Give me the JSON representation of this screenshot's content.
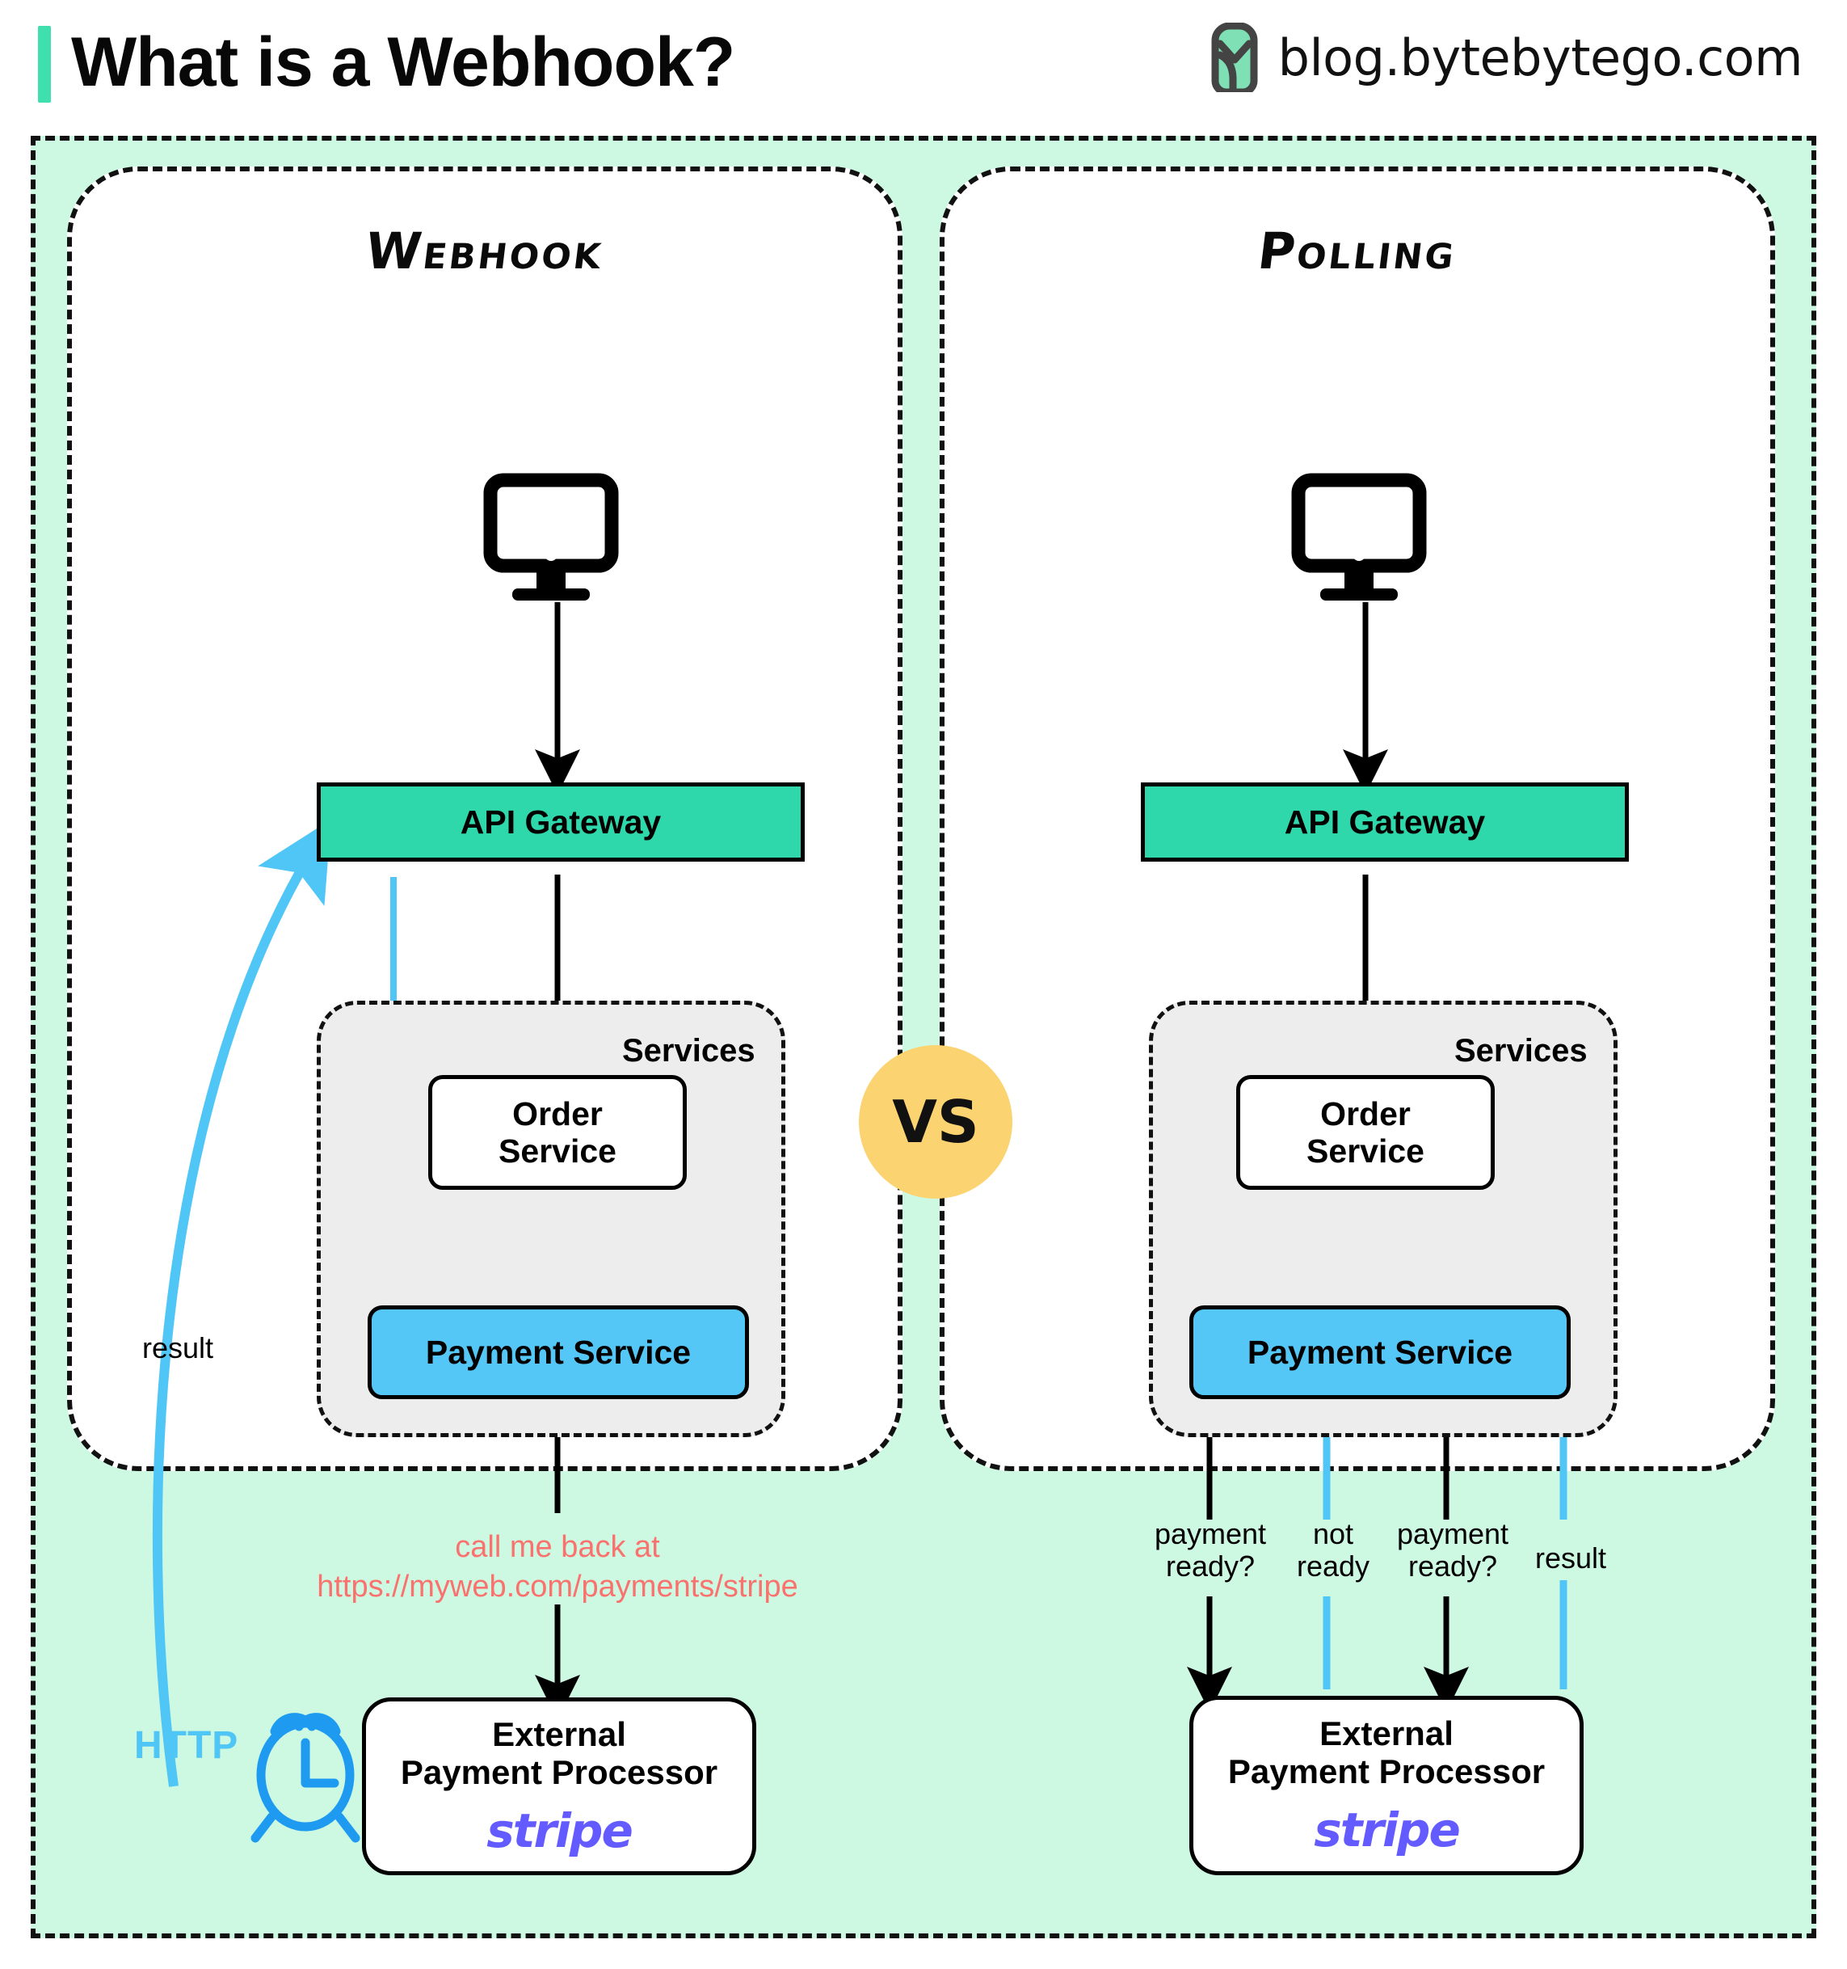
{
  "header": {
    "title": "What is a Webhook?",
    "brand_url": "blog.bytebytego.com",
    "logo_icon": "bytebytego-logo-icon",
    "accent_color": "#3FE0AE"
  },
  "colors": {
    "background": "#CDF8E2",
    "api_gateway": "#2ED8AA",
    "payment_service": "#55C7F7",
    "services_box": "#EDEDED",
    "vs_badge": "#FBD370",
    "callback_text": "#F9726E",
    "http_blue": "#4FC6F5",
    "stripe_purple": "#635BFF"
  },
  "vs_badge": {
    "label": "VS"
  },
  "webhook": {
    "title": "Webhook",
    "client_icon": "monitor-icon",
    "api_gateway": "API Gateway",
    "services_label": "Services",
    "order_service": "Order\nService",
    "payment_service": "Payment Service",
    "callback_note": "call me back at\nhttps://myweb.com/payments/stripe",
    "processor": {
      "line1": "External",
      "line2": "Payment Processor",
      "logo": "stripe"
    },
    "result_label": "result",
    "http_label": "HTTP",
    "clock_icon": "alarm-clock-icon"
  },
  "polling": {
    "title": "Polling",
    "client_icon": "monitor-icon",
    "api_gateway": "API Gateway",
    "services_label": "Services",
    "order_service": "Order\nService",
    "payment_service": "Payment Service",
    "processor": {
      "line1": "External",
      "line2": "Payment Processor",
      "logo": "stripe"
    },
    "poll_labels": [
      "payment\nready?",
      "not\nready",
      "payment\nready?",
      "result"
    ]
  }
}
